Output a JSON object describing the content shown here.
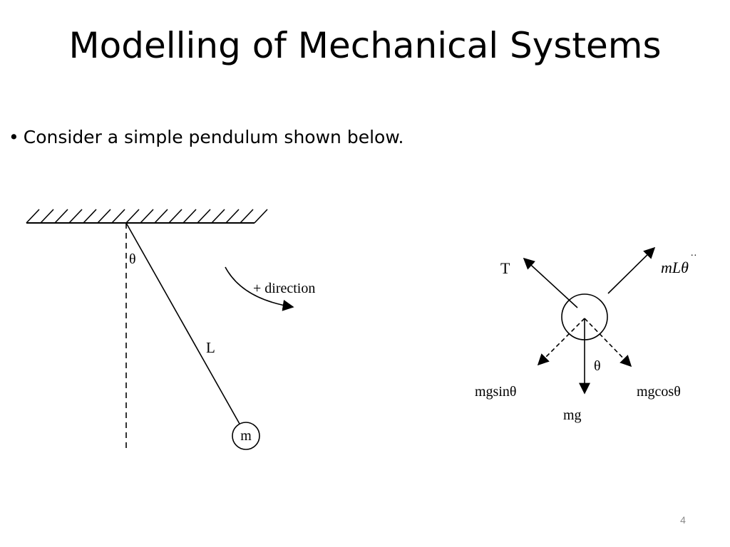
{
  "slide": {
    "title": "Modelling of Mechanical Systems",
    "bullet": "Consider a simple pendulum shown below.",
    "bullet_symbol": "•",
    "page_number": "4"
  },
  "pendulum_diagram": {
    "angle_label": "θ",
    "length_label": "L",
    "mass_label": "m",
    "direction_label": "+ direction"
  },
  "free_body_diagram": {
    "tension_label": "T",
    "inertial_label_base": "mL",
    "inertial_label_symbol": "θ",
    "inertial_label_dots": "··",
    "weight_label": "mg",
    "tangential_label": "mgsinθ",
    "normal_label": "mgcosθ",
    "angle_label": "θ"
  },
  "colors": {
    "background": "#ffffff",
    "text": "#000000",
    "page_number": "#8a8a8a"
  }
}
